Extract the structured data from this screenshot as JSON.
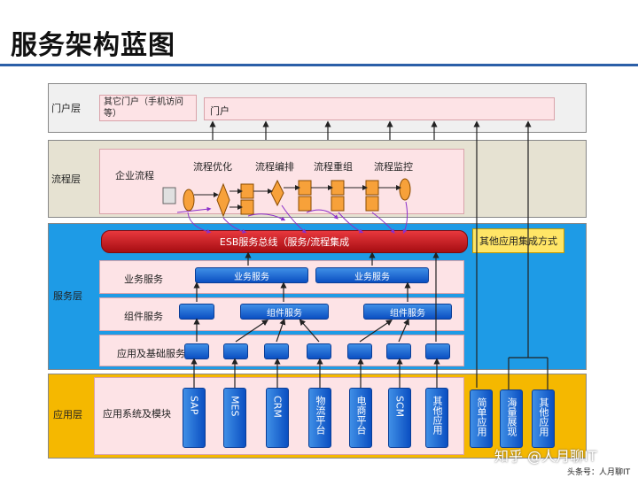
{
  "title": "服务架构蓝图",
  "layers": {
    "portal": "门户层",
    "process": "流程层",
    "service": "服务层",
    "app": "应用层"
  },
  "portal": {
    "other": "其它门户（手机访问等）",
    "main": "门户"
  },
  "process": {
    "enterprise": "企业流程",
    "ops": [
      "流程优化",
      "流程编排",
      "流程重组",
      "流程监控"
    ]
  },
  "esb": "ESB服务总线（服务/流程集成",
  "other_integration": "其他应用集成方式",
  "service_rows": {
    "business": "业务服务",
    "component": "组件服务",
    "basic": "应用及基础服务"
  },
  "business_buttons": [
    "业务服务",
    "业务服务"
  ],
  "component_buttons": [
    "组件服务",
    "组件服务"
  ],
  "app_row_label": "应用系统及模块",
  "apps": [
    "SAP",
    "MES",
    "CRM",
    "物流平台",
    "电商平台",
    "SCM",
    "其他应用"
  ],
  "right_apps": [
    "简单应用",
    "海量展现",
    "其他应用"
  ],
  "watermark": "知乎 @人月聊IT",
  "footer": "头条号：人月聊IT",
  "colors": {
    "accent_blue": "#2b5fa8",
    "service_bg": "#1e9be6",
    "app_bg": "#f5b800",
    "esb_red": "#c8151b",
    "yellow": "#ffe566"
  }
}
